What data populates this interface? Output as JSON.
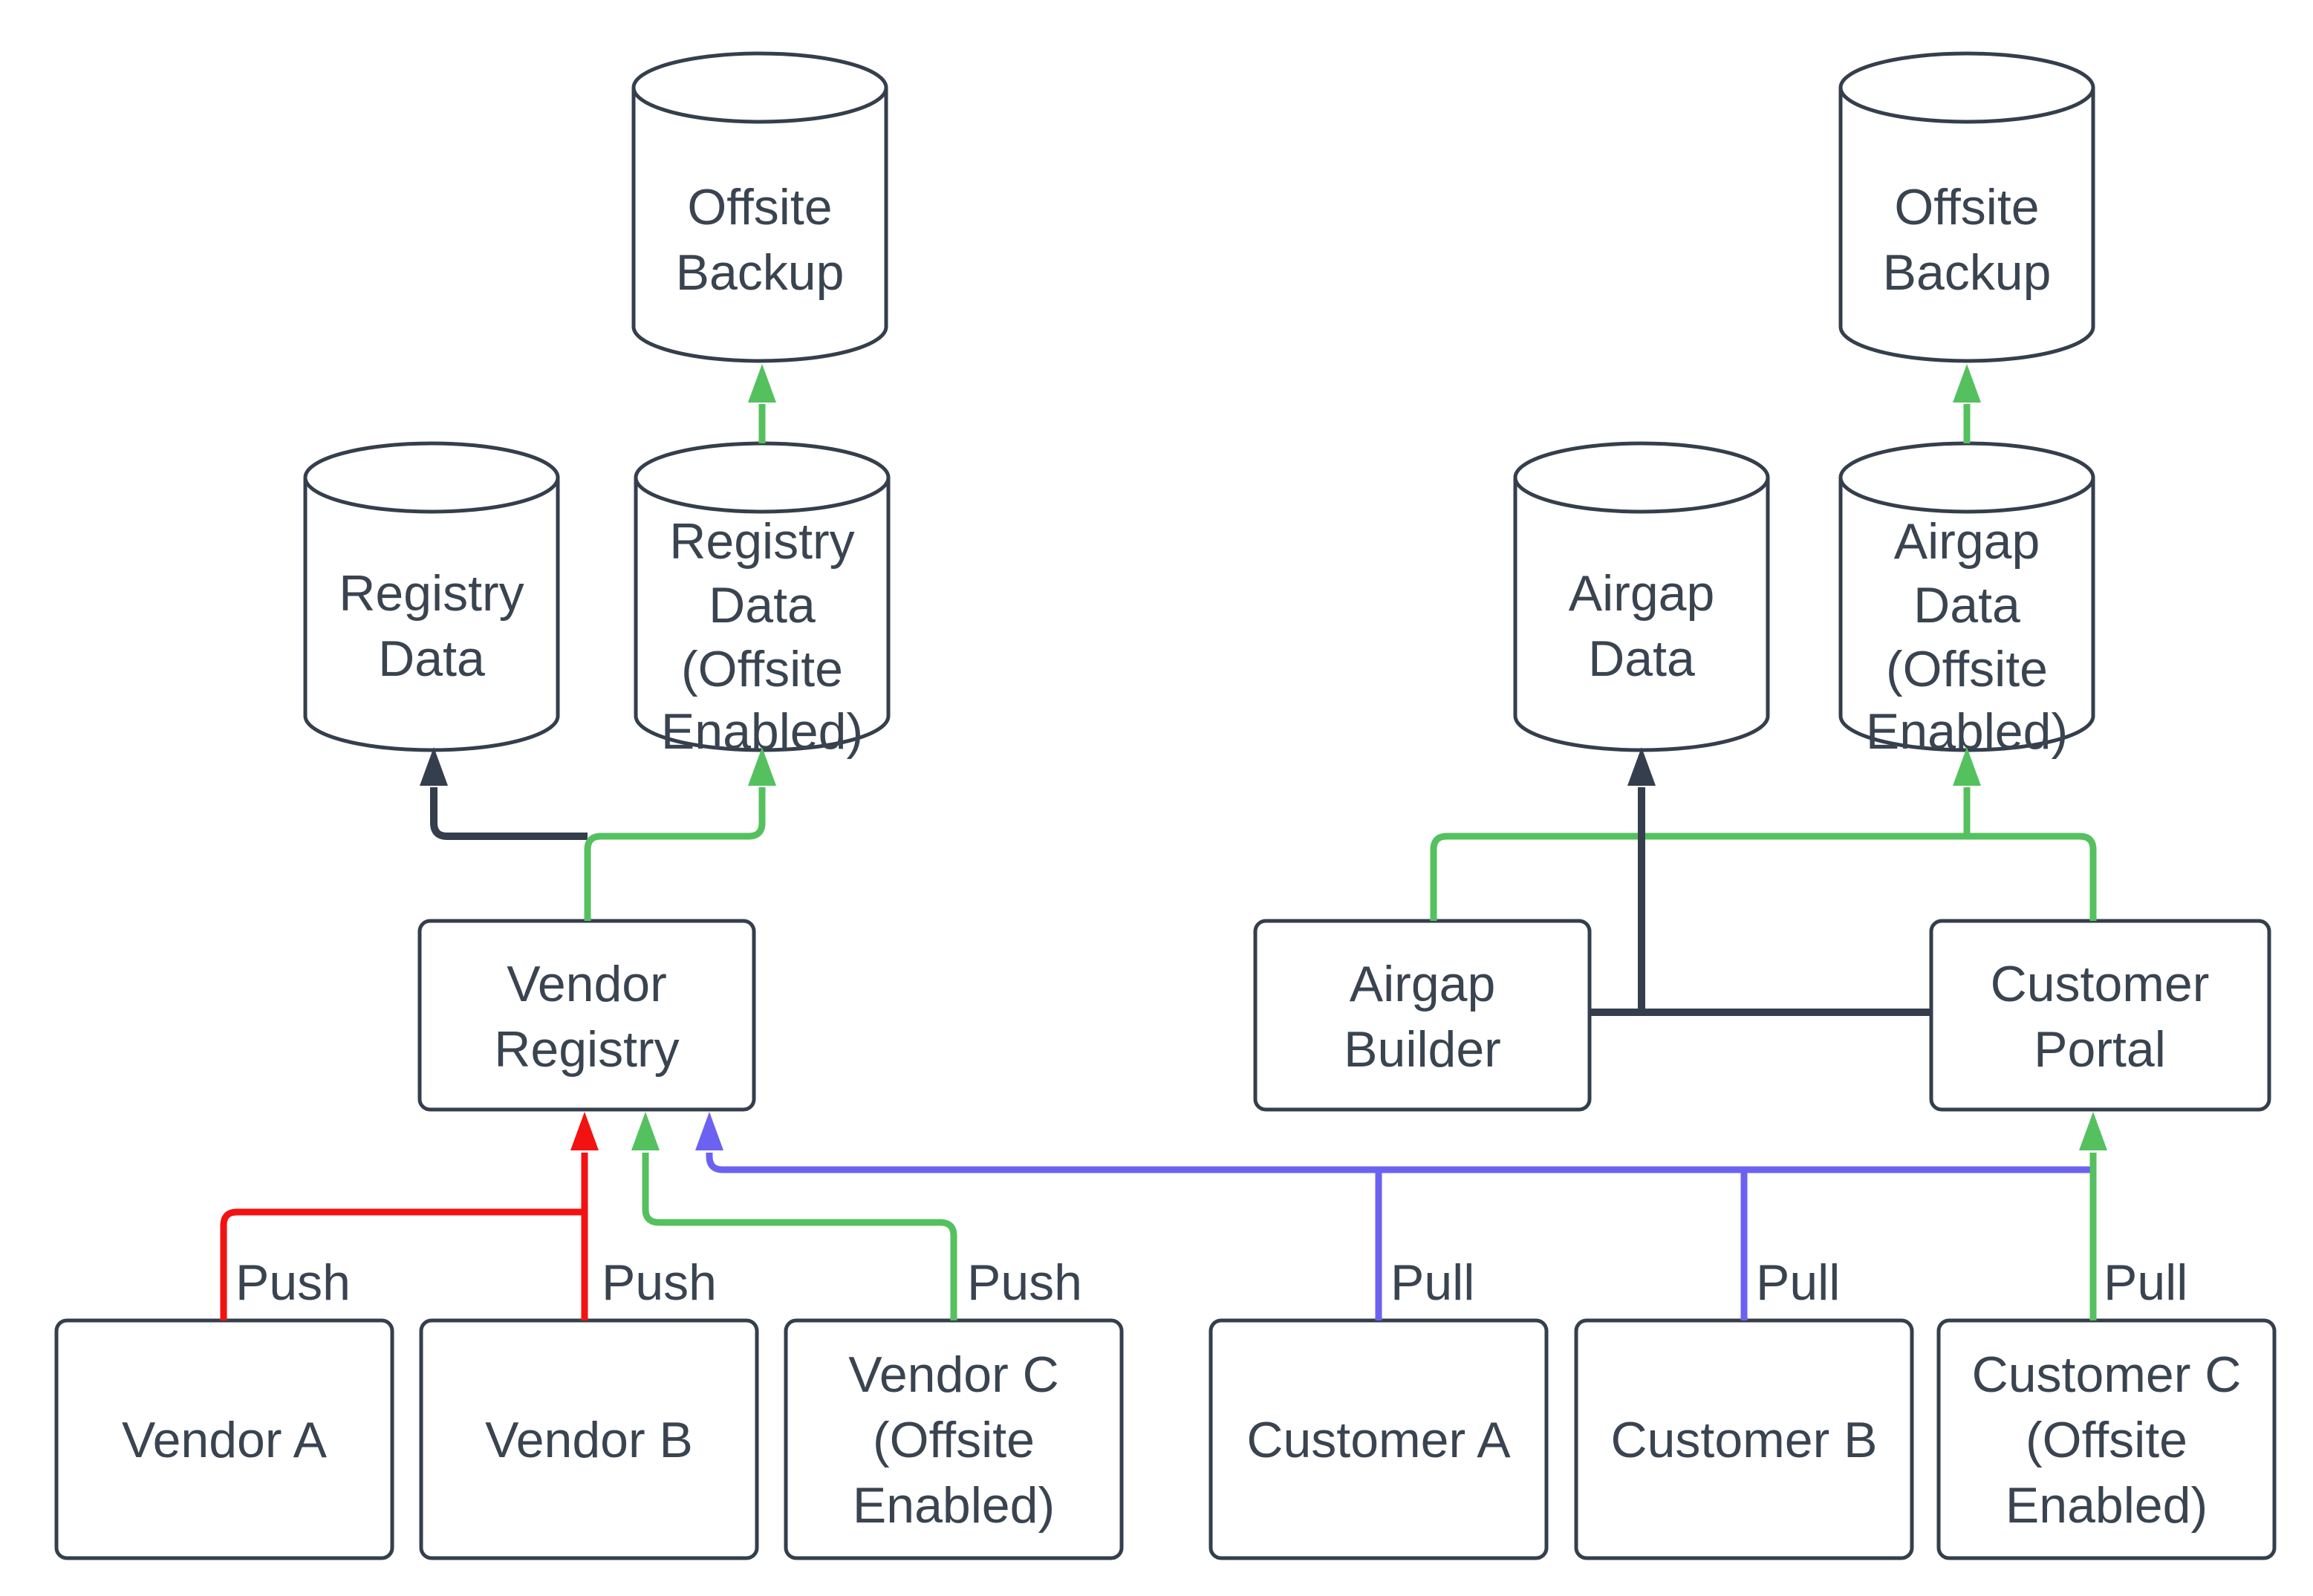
{
  "colors": {
    "stroke": "#353e4c",
    "text": "#3a4450",
    "background": "#ffffff",
    "red": "#f21212",
    "green": "#54c15e",
    "blue": "#6b62f2"
  },
  "nodes": {
    "offsite_backup_left": {
      "type": "cylinder",
      "lines": [
        "Offsite",
        "Backup"
      ]
    },
    "offsite_backup_right": {
      "type": "cylinder",
      "lines": [
        "Offsite",
        "Backup"
      ]
    },
    "registry_data": {
      "type": "cylinder",
      "lines": [
        "Registry",
        "Data"
      ]
    },
    "registry_data_offsite": {
      "type": "cylinder",
      "lines": [
        "Registry",
        "Data",
        "(Offsite",
        "Enabled)"
      ]
    },
    "airgap_data": {
      "type": "cylinder",
      "lines": [
        "Airgap",
        "Data"
      ]
    },
    "airgap_data_offsite": {
      "type": "cylinder",
      "lines": [
        "Airgap",
        "Data",
        "(Offsite",
        "Enabled)"
      ]
    },
    "vendor_registry": {
      "type": "box",
      "lines": [
        "Vendor",
        "Registry"
      ]
    },
    "airgap_builder": {
      "type": "box",
      "lines": [
        "Airgap",
        "Builder"
      ]
    },
    "customer_portal": {
      "type": "box",
      "lines": [
        "Customer",
        "Portal"
      ]
    },
    "vendor_a": {
      "type": "box",
      "lines": [
        "Vendor A"
      ]
    },
    "vendor_b": {
      "type": "box",
      "lines": [
        "Vendor B"
      ]
    },
    "vendor_c": {
      "type": "box",
      "lines": [
        "Vendor C",
        "(Offsite",
        "Enabled)"
      ]
    },
    "customer_a": {
      "type": "box",
      "lines": [
        "Customer A"
      ]
    },
    "customer_b": {
      "type": "box",
      "lines": [
        "Customer B"
      ]
    },
    "customer_c": {
      "type": "box",
      "lines": [
        "Customer C",
        "(Offsite",
        "Enabled)"
      ]
    }
  },
  "edge_labels": {
    "push_a": "Push",
    "push_b": "Push",
    "push_c": "Push",
    "pull_a": "Pull",
    "pull_b": "Pull",
    "pull_c": "Pull"
  }
}
